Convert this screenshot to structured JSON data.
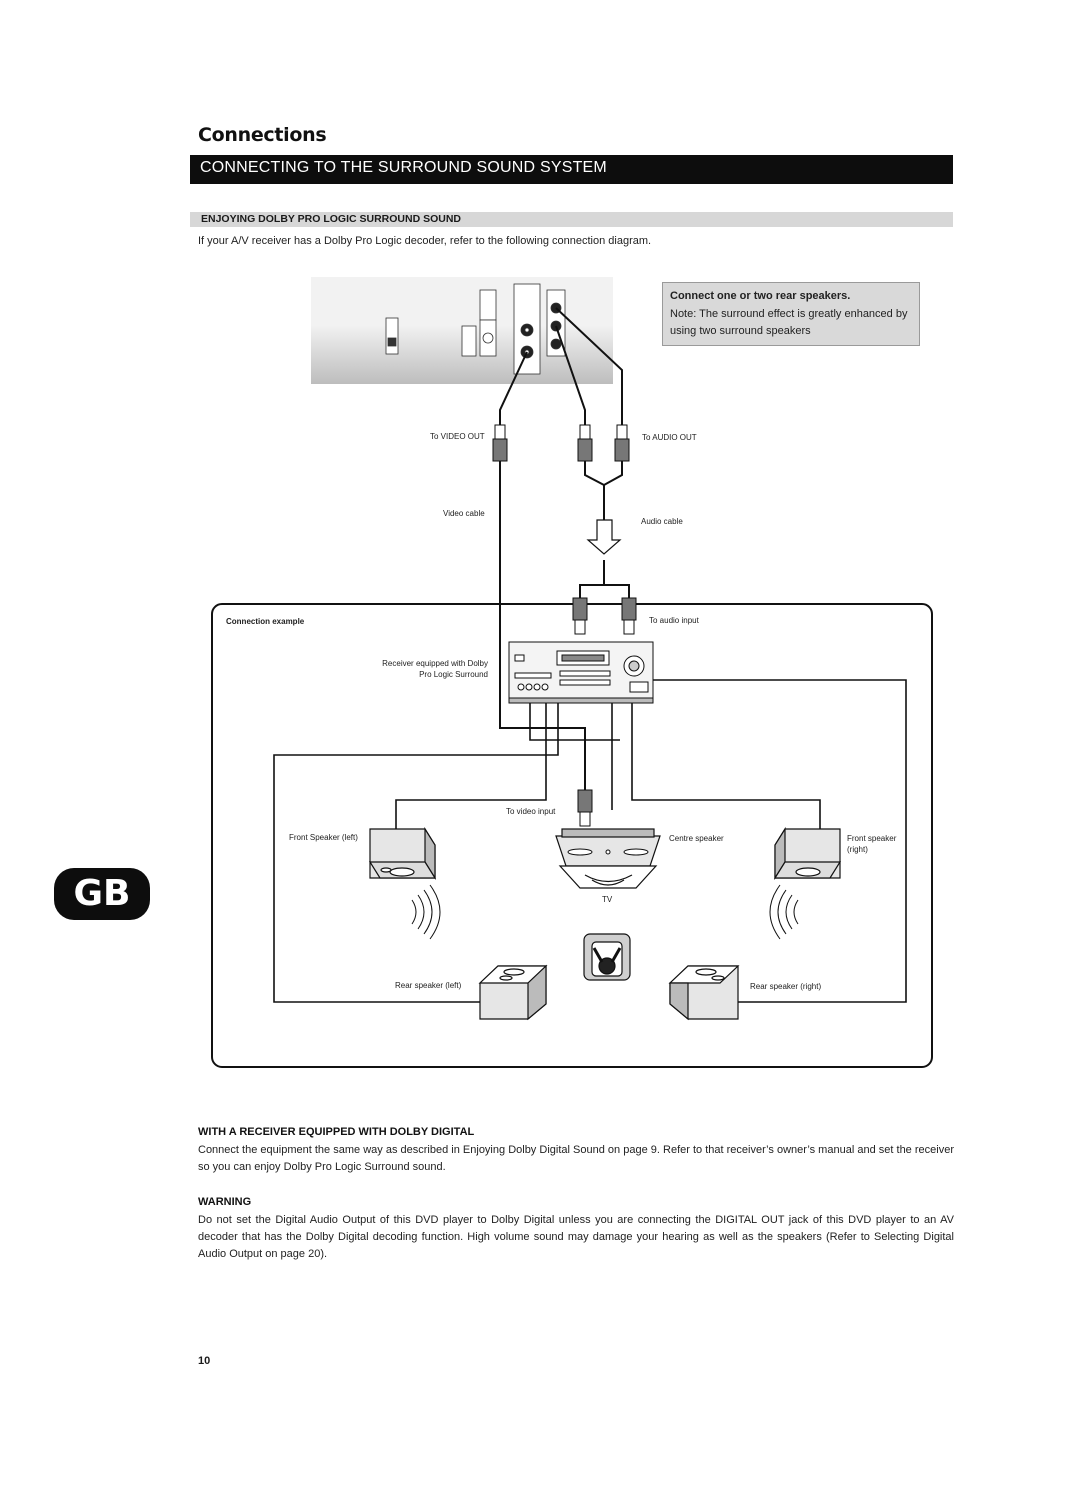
{
  "header": {
    "section": "Connections",
    "title": "CONNECTING TO THE SURROUND SOUND SYSTEM"
  },
  "subsection1": {
    "heading": "ENJOYING DOLBY PRO LOGIC SURROUND SOUND",
    "intro": "If your A/V receiver has a Dolby Pro Logic decoder, refer to the following connection diagram."
  },
  "note": {
    "title": "Connect one or two rear speakers.",
    "body": "Note: The surround effect is greatly enhanced by using two surround speakers"
  },
  "diagram": {
    "to_video_out": "To VIDEO OUT",
    "to_audio_out": "To AUDIO OUT",
    "video_cable": "Video cable",
    "audio_cable": "Audio cable",
    "connection_example": "Connection example",
    "to_audio_input": "To audio input",
    "receiver": "Receiver equipped with Dolby Pro Logic Surround",
    "to_video_input": "To video input",
    "front_left": "Front Speaker (left)",
    "centre": "Centre speaker",
    "front_right": "Front speaker (right)",
    "tv": "TV",
    "rear_left": "Rear speaker (left)",
    "rear_right": "Rear speaker (right)"
  },
  "side_tab": "GB",
  "subsection2": {
    "heading": "WITH A RECEIVER EQUIPPED WITH DOLBY DIGITAL",
    "body": "Connect the equipment the same way as described in Enjoying Dolby Digital Sound on page 9. Refer to that receiver’s owner’s manual and set the receiver so you can enjoy Dolby Pro Logic Surround sound."
  },
  "warning": {
    "heading": "WARNING",
    "body": "Do not set the Digital Audio Output of this DVD player to Dolby Digital unless you are connecting the DIGITAL OUT jack of this DVD player to an AV decoder that has the Dolby Digital decoding function. High volume sound may damage your hearing as well as the speakers (Refer to Selecting Digital Audio Output on page 20)."
  },
  "page_number": "10"
}
